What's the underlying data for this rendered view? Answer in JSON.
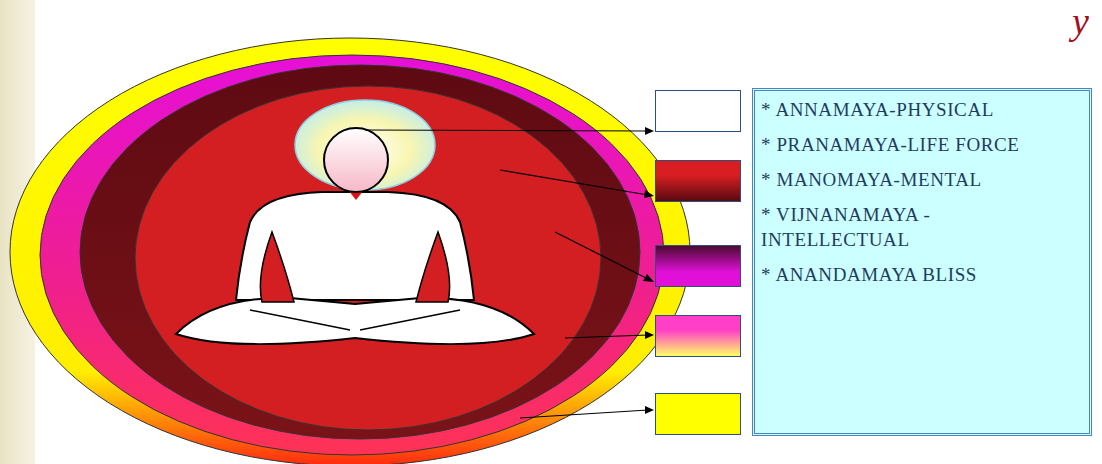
{
  "diagram": {
    "labels": [
      "y"
    ],
    "legend": [
      {
        "text": "* ANNAMAYA-PHYSICAL",
        "color": "#ffffff"
      },
      {
        "text": "* PRANAMAYA-LIFE FORCE",
        "color": "#d81e22"
      },
      {
        "text": "* MANOMAYA-MENTAL",
        "color": "#e010d8"
      },
      {
        "text": "* VIJNANAMAYA - INTELLECTUAL",
        "color": "#ff3fc8"
      },
      {
        "text": "* ANANDAMAYA BLISS",
        "color": "#ffff00"
      }
    ]
  }
}
